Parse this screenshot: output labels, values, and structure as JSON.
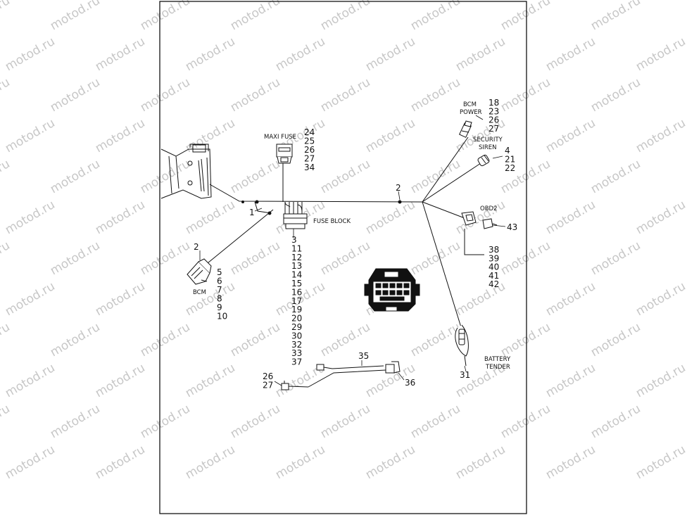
{
  "watermark": {
    "text": "motod.ru"
  },
  "labels": {
    "maxi_fuse": "MAXI FUSE",
    "fuse_block": "FUSE BLOCK",
    "bcm": "BCM",
    "bcm_power_1": "BCM",
    "bcm_power_2": "POWER",
    "security_siren_1": "SECURITY",
    "security_siren_2": "SIREN",
    "obd2": "OBD2",
    "battery_tender_1": "BATTERY",
    "battery_tender_2": "TENDER"
  },
  "callouts": {
    "harness_main": "1",
    "harness_branch": "2",
    "bcm_connector": "2",
    "maxi_fuse_list": [
      "24",
      "25",
      "26",
      "27",
      "34"
    ],
    "fuse_block_list": [
      "3",
      "11",
      "12",
      "13",
      "14",
      "15",
      "16",
      "17",
      "19",
      "20",
      "29",
      "30",
      "32",
      "33",
      "37"
    ],
    "bcm_list": [
      "5",
      "6",
      "7",
      "8",
      "9",
      "10"
    ],
    "bcm_power_list": [
      "18",
      "23",
      "26",
      "27"
    ],
    "security_siren_list": [
      "4",
      "21",
      "22"
    ],
    "obd2_list": [
      "38",
      "39",
      "40",
      "41",
      "42"
    ],
    "obd2_cap": "43",
    "battery_tender": "31",
    "pigtail": "35",
    "left_plug_list": [
      "26",
      "27"
    ],
    "right_plug": "36"
  }
}
